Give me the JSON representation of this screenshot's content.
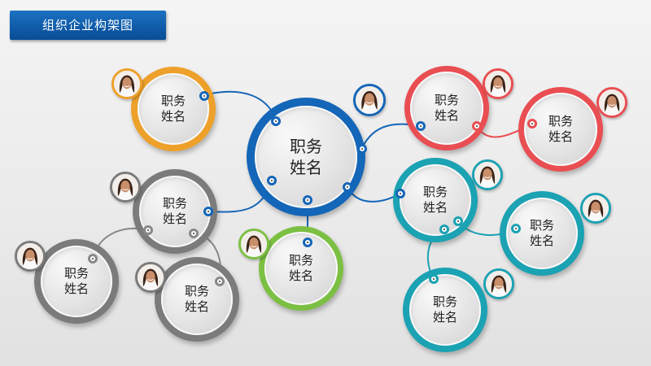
{
  "title": "组织企业构架图",
  "colors": {
    "blue": "#1466b8",
    "orange": "#eda12a",
    "red": "#e94e52",
    "gray": "#7b7b7b",
    "green": "#7cc043",
    "teal": "#1ba2b3",
    "title_bg": "#0f5aa8"
  },
  "nodes": [
    {
      "id": "center",
      "role": "职务",
      "name": "姓名",
      "color": "#1466b8"
    },
    {
      "id": "orange",
      "role": "职务",
      "name": "姓名",
      "color": "#eda12a"
    },
    {
      "id": "red1",
      "role": "职务",
      "name": "姓名",
      "color": "#e94e52"
    },
    {
      "id": "red2",
      "role": "职务",
      "name": "姓名",
      "color": "#e94e52"
    },
    {
      "id": "gray1",
      "role": "职务",
      "name": "姓名",
      "color": "#7b7b7b"
    },
    {
      "id": "gray2",
      "role": "职务",
      "name": "姓名",
      "color": "#7b7b7b"
    },
    {
      "id": "gray3",
      "role": "职务",
      "name": "姓名",
      "color": "#7b7b7b"
    },
    {
      "id": "green",
      "role": "职务",
      "name": "姓名",
      "color": "#7cc043"
    },
    {
      "id": "teal1",
      "role": "职务",
      "name": "姓名",
      "color": "#1ba2b3"
    },
    {
      "id": "teal2",
      "role": "职务",
      "name": "姓名",
      "color": "#1ba2b3"
    },
    {
      "id": "teal3",
      "role": "职务",
      "name": "姓名",
      "color": "#1ba2b3"
    }
  ]
}
